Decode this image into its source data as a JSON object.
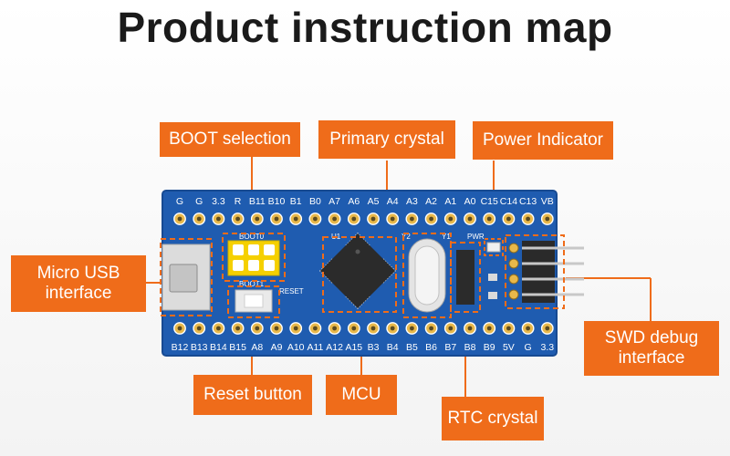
{
  "title": "Product instruction map",
  "callouts": {
    "boot_selection": "BOOT selection",
    "primary_crystal": "Primary crystal",
    "power_indicator": "Power Indicator",
    "micro_usb": "Micro USB interface",
    "swd_debug": "SWD debug interface",
    "reset_button": "Reset button",
    "mcu": "MCU",
    "rtc_crystal": "RTC crystal"
  },
  "board": {
    "top_pins": [
      "G",
      "G",
      "3.3",
      "R",
      "B11",
      "B10",
      "B1",
      "B0",
      "A7",
      "A6",
      "A5",
      "A4",
      "A3",
      "A2",
      "A1",
      "A0",
      "C15",
      "C14",
      "C13",
      "VB"
    ],
    "bottom_pins": [
      "B12",
      "B13",
      "B14",
      "B15",
      "A8",
      "A9",
      "A10",
      "A11",
      "A12",
      "A15",
      "B3",
      "B4",
      "B5",
      "B6",
      "B7",
      "B8",
      "B9",
      "5V",
      "G",
      "3.3"
    ],
    "silkscreen": {
      "boot0": "BOOT0",
      "boot1": "BOOT1",
      "reset": "RESET",
      "pwr": "PWR",
      "y1": "Y1",
      "y2": "Y2",
      "u1": "U1"
    }
  },
  "colors": {
    "accent": "#ef6c1a",
    "pcb": "#1f5cb0",
    "pad_gold": "#e8b84a",
    "boot_header": "#f5d000"
  }
}
